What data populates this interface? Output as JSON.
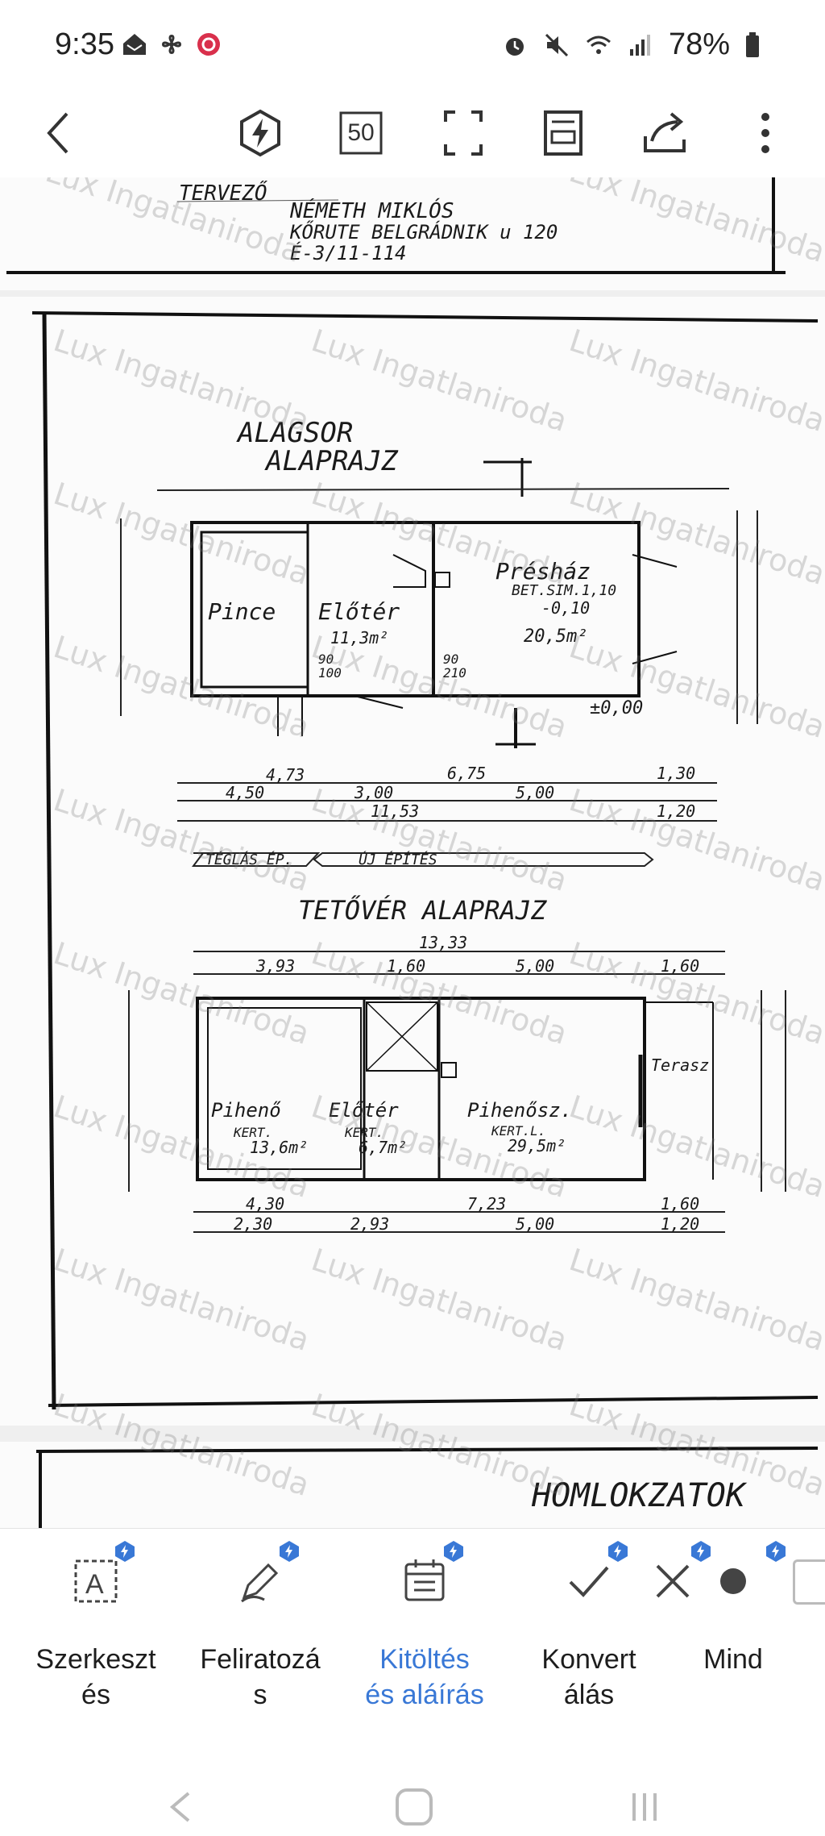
{
  "status": {
    "time": "9:35",
    "battery": "78%"
  },
  "toolbar": {
    "page_zoom_badge": "50"
  },
  "document": {
    "page1_lines": [
      "TERVEZŐ",
      "NÉMETH MIKLÓS",
      "KŐRUTE BELGRÁDNIK u 120",
      "É-3/11-114"
    ],
    "basement_title": [
      "ALAGSOR",
      "ALAPRAJZ"
    ],
    "ground_title": "TETŐVÉR ALAPRAJZ",
    "facade_title": "HOMLOKZATOK",
    "rooms_basement": {
      "pince": "Pince",
      "eloter": "Előtér",
      "eloter_area": "11,3m²",
      "preshaz": "Présház",
      "preshaz_sub": "BET.SIM.1,10",
      "preshaz_level": "-0,10",
      "preshaz_area": "20,5m²"
    },
    "rooms_ground": {
      "piheno1": "Pihenő",
      "piheno1_sub": "KERT.",
      "piheno1_area": "13,6m²",
      "eloter": "Előtér",
      "eloter_sub": "KERT.",
      "eloter_area": "6,7m²",
      "piheno2": "Pihenősz.",
      "piheno2_sub": "KERT.L.",
      "piheno2_area": "29,5m²",
      "terasz": "Terasz"
    },
    "dims_basement": [
      "4,73",
      "6,75",
      "1,30",
      "4,50",
      "3,00",
      "5,00",
      "11,53",
      "1,20"
    ],
    "dims_ground": [
      "13,33",
      "3,93",
      "1,60",
      "5,00",
      "1,60"
    ],
    "dims_ground_bottom": [
      "4,30",
      "7,23",
      "1,60",
      "2,30",
      "2,93",
      "5,00",
      "1,20"
    ],
    "material_labels": [
      "TÉGLÁS ÉP.",
      "ÚJ ÉPÍTÉS"
    ],
    "level_zero": "±0,00",
    "door_sizes": [
      "90",
      "100",
      "90",
      "210"
    ]
  },
  "watermark": "Lux Ingatlaniroda",
  "tools": [
    {
      "label": "Szerkeszt\nés",
      "icon": "text-box-icon",
      "active": false
    },
    {
      "label": "Feliratozá\ns",
      "icon": "pen-icon",
      "active": false
    },
    {
      "label": "Kitöltés\nés aláírás",
      "icon": "form-icon",
      "active": true
    },
    {
      "label": "Konvert\nálás",
      "icon": "check-icon",
      "active": false
    },
    {
      "label": "",
      "icon": "close-icon",
      "active": false
    },
    {
      "label": "Mind",
      "icon": "dot-icon",
      "active": false
    }
  ]
}
